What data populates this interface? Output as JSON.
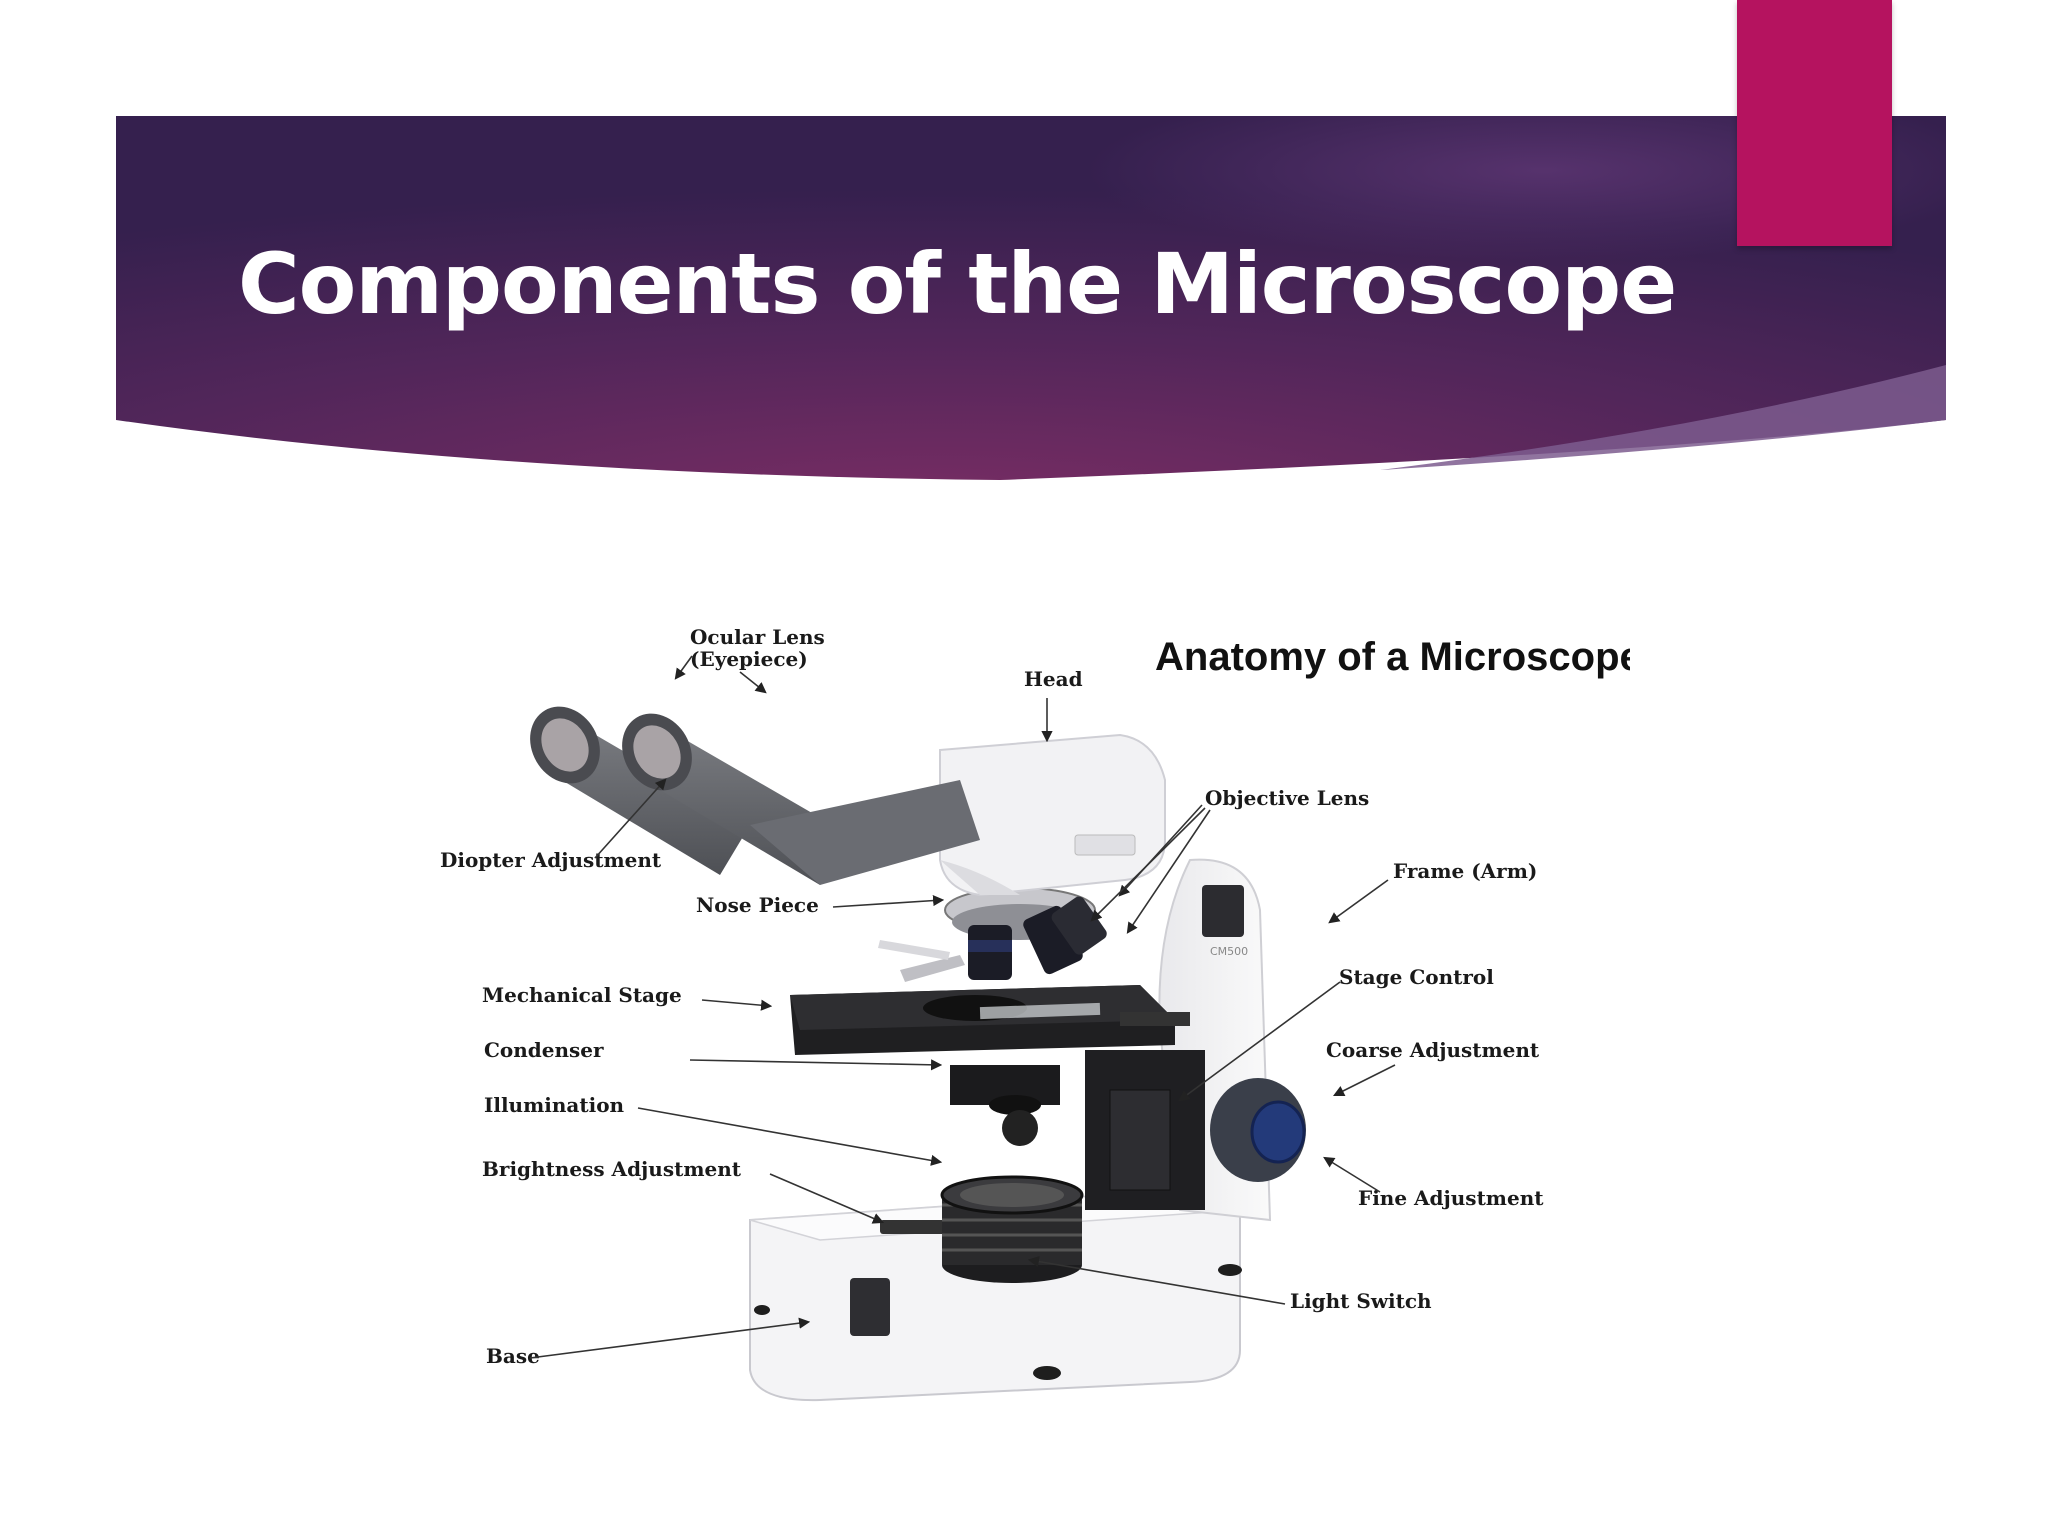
{
  "slide": {
    "title": "Components of the Microscope",
    "colors": {
      "banner_dark": "#3A1F52",
      "banner_mid": "#6B2A5E",
      "accent": "#B5135F",
      "background": "#FFFFFF"
    }
  },
  "diagram": {
    "title": "Anatomy of a Microscope",
    "labels": {
      "ocular_lens_line1": "Ocular Lens",
      "ocular_lens_line2": "(Eyepiece)",
      "head": "Head",
      "objective_lens": "Objective Lens",
      "diopter_adjustment": "Diopter Adjustment",
      "frame_arm": "Frame (Arm)",
      "nose_piece": "Nose Piece",
      "mechanical_stage": "Mechanical Stage",
      "stage_control": "Stage Control",
      "condenser": "Condenser",
      "coarse_adjustment": "Coarse Adjustment",
      "illumination": "Illumination",
      "brightness_adjustment": "Brightness Adjustment",
      "fine_adjustment": "Fine Adjustment",
      "light_switch": "Light Switch",
      "base": "Base"
    },
    "brand_text": "CM500"
  }
}
